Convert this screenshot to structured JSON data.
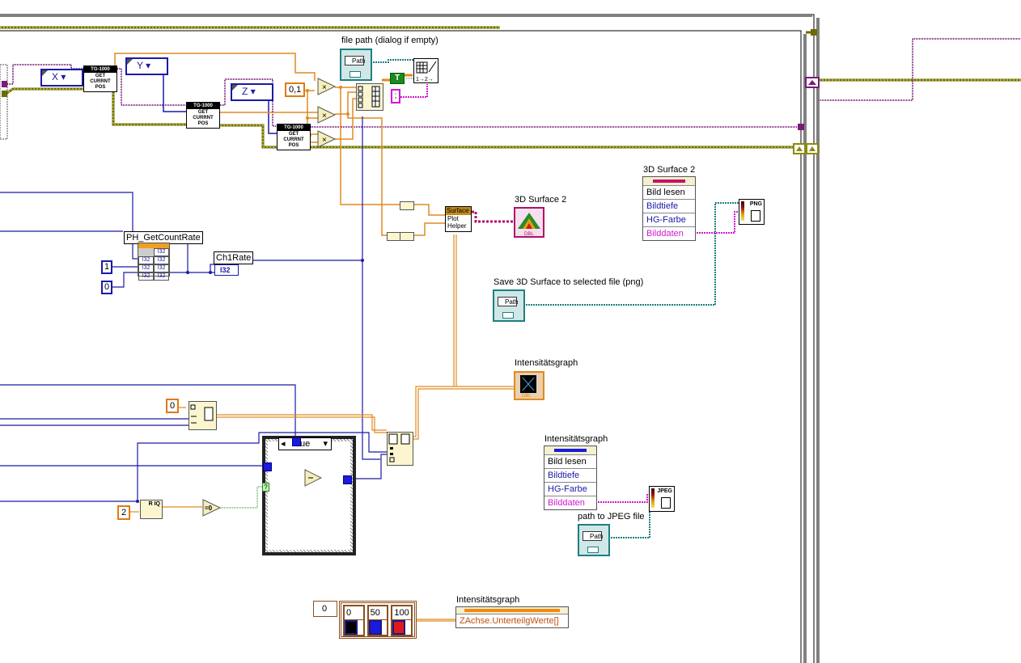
{
  "window": {
    "type": "LabVIEW block diagram"
  },
  "enums": [
    {
      "id": "x",
      "value": "X"
    },
    {
      "id": "y",
      "value": "Y"
    },
    {
      "id": "z",
      "value": "Z"
    }
  ],
  "subvis": {
    "tg_header": "TG-1000",
    "tg_body": "GET CURRNT POS",
    "surface_helper_top": "Surface",
    "surface_helper_body": "Plot Helper",
    "png_label": "PNG",
    "jpeg_label": "JPEG"
  },
  "constants": {
    "scale": "0,1",
    "true_const": "T",
    "delimiter": ";",
    "row_one": "1",
    "row_zero": "0",
    "init_zero": "0",
    "divisor": "2",
    "ring_index": "0",
    "zaxis_values": [
      "0",
      "50",
      "100"
    ],
    "zaxis_colors": [
      "#000000",
      "#1a1ae0",
      "#e01a1a"
    ]
  },
  "labels": {
    "file_path": "file path (dialog if empty)",
    "surface_terminal": "3D Surface 2",
    "surface_prop_title": "3D Surface 2",
    "save_surface_path": "Save 3D Surface to selected file (png)",
    "intensity_terminal": "Intensitätsgraph",
    "intensity_prop_title": "Intensitätsgraph",
    "jpeg_path": "path to JPEG file",
    "zaxis_prop_title": "Intensitätsgraph",
    "count_rate_node": "PH_GetCountRate",
    "ch1rate": "Ch1Rate",
    "ch1rate_type": "I32",
    "path_text": "Path",
    "surface_type": "DBL",
    "intensity_type": "DBL",
    "case_selector": "True",
    "equals_zero": "=0",
    "quotient": "R IQ"
  },
  "property_nodes": {
    "surface": {
      "rows": [
        "Bild lesen",
        "Bildtiefe",
        "HG-Farbe",
        "Bilddaten"
      ],
      "accent": "#c8106a"
    },
    "intensity": {
      "rows": [
        "Bild lesen",
        "Bildtiefe",
        "HG-Farbe",
        "Bilddaten"
      ],
      "accent": "#1a1ae0"
    },
    "zaxis": {
      "rows": [
        "ZAchse.UnterteilgWerte[]"
      ],
      "accent": "#f08a10"
    }
  },
  "count_rate_types": [
    "I32",
    "I32",
    "I32",
    "I32",
    "I32",
    "I32",
    "I32"
  ],
  "colors": {
    "wire_blue": "#1a1aa8",
    "wire_orange": "#e08a20",
    "wire_purple": "#7a1a7a",
    "wire_teal": "#1f7f7f",
    "wire_pink": "#d01ad0",
    "wire_error": "#6b6b00",
    "node_fill": "#fbf6cf"
  }
}
